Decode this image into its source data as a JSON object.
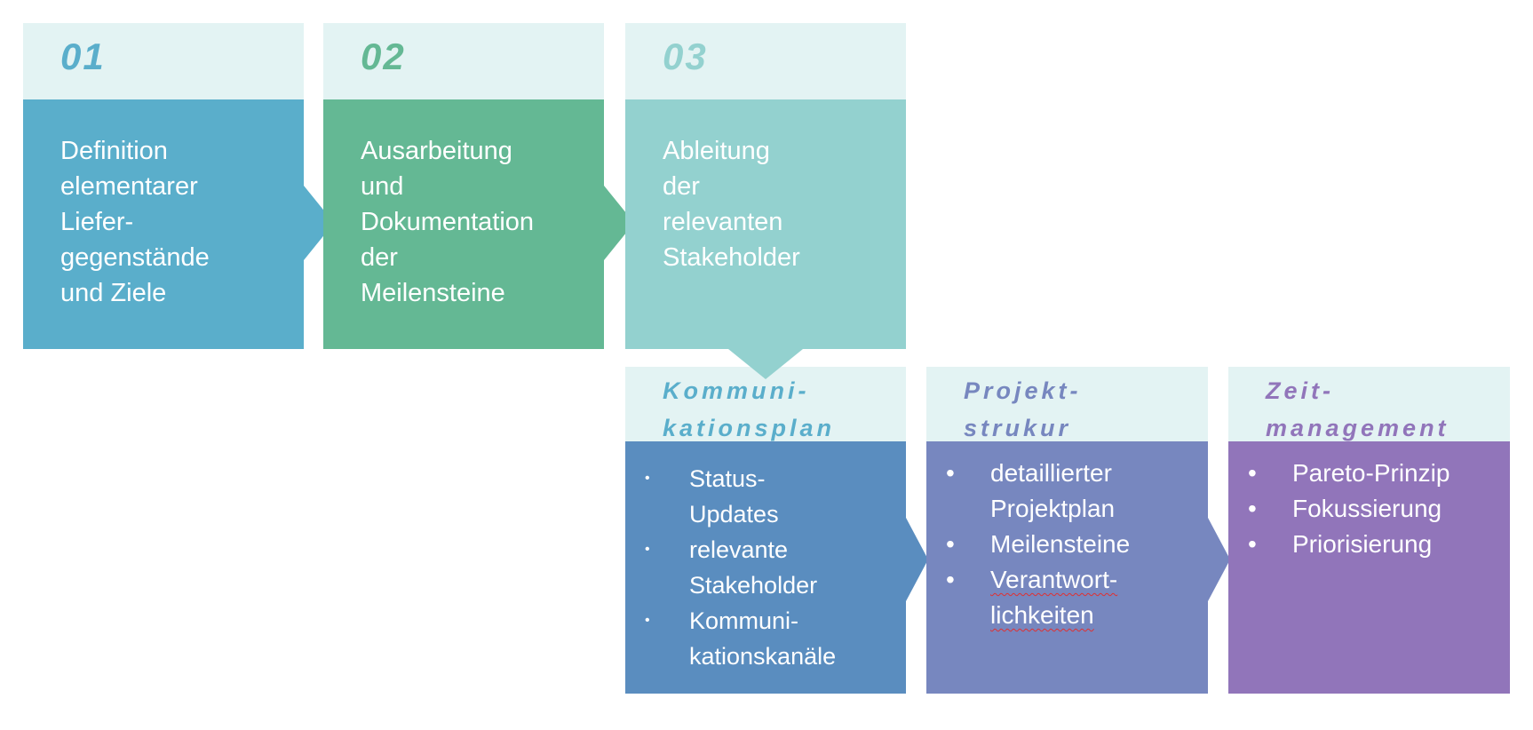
{
  "steps": [
    {
      "number": "01",
      "lines": [
        "Definition",
        "elementarer",
        "Liefer-",
        "gegenstände",
        "und Ziele"
      ]
    },
    {
      "number": "02",
      "lines": [
        "Ausarbeitung",
        "und",
        "Dokumentation",
        "der",
        "Meilensteine"
      ]
    },
    {
      "number": "03",
      "lines": [
        "Ableitung",
        "der",
        "relevanten",
        "Stakeholder"
      ]
    }
  ],
  "details": [
    {
      "title": [
        "Kommuni-",
        "kationsplan"
      ],
      "items": [
        [
          "Status-",
          "Updates"
        ],
        [
          "relevante",
          "Stakeholder"
        ],
        [
          "Kommuni-",
          "kationskanäle"
        ]
      ]
    },
    {
      "title": [
        "Projekt-",
        "strukur"
      ],
      "items": [
        [
          "detaillierter",
          "Projektplan"
        ],
        [
          "Meilensteine"
        ],
        [
          "Verantwort-",
          "lichkeiten"
        ]
      ]
    },
    {
      "title": [
        "Zeit-",
        "management"
      ],
      "items": [
        [
          "Pareto-Prinzip"
        ],
        [
          "Fokussierung"
        ],
        [
          "Priorisierung"
        ]
      ]
    }
  ],
  "bullet": "•",
  "colors": {
    "header_bg": "#e3f3f3",
    "step1": "#5aaecb",
    "step2": "#64b894",
    "step3": "#93d1cf",
    "detail1": "#5a8dbf",
    "detail2": "#7787bf",
    "detail3": "#9175ba"
  }
}
